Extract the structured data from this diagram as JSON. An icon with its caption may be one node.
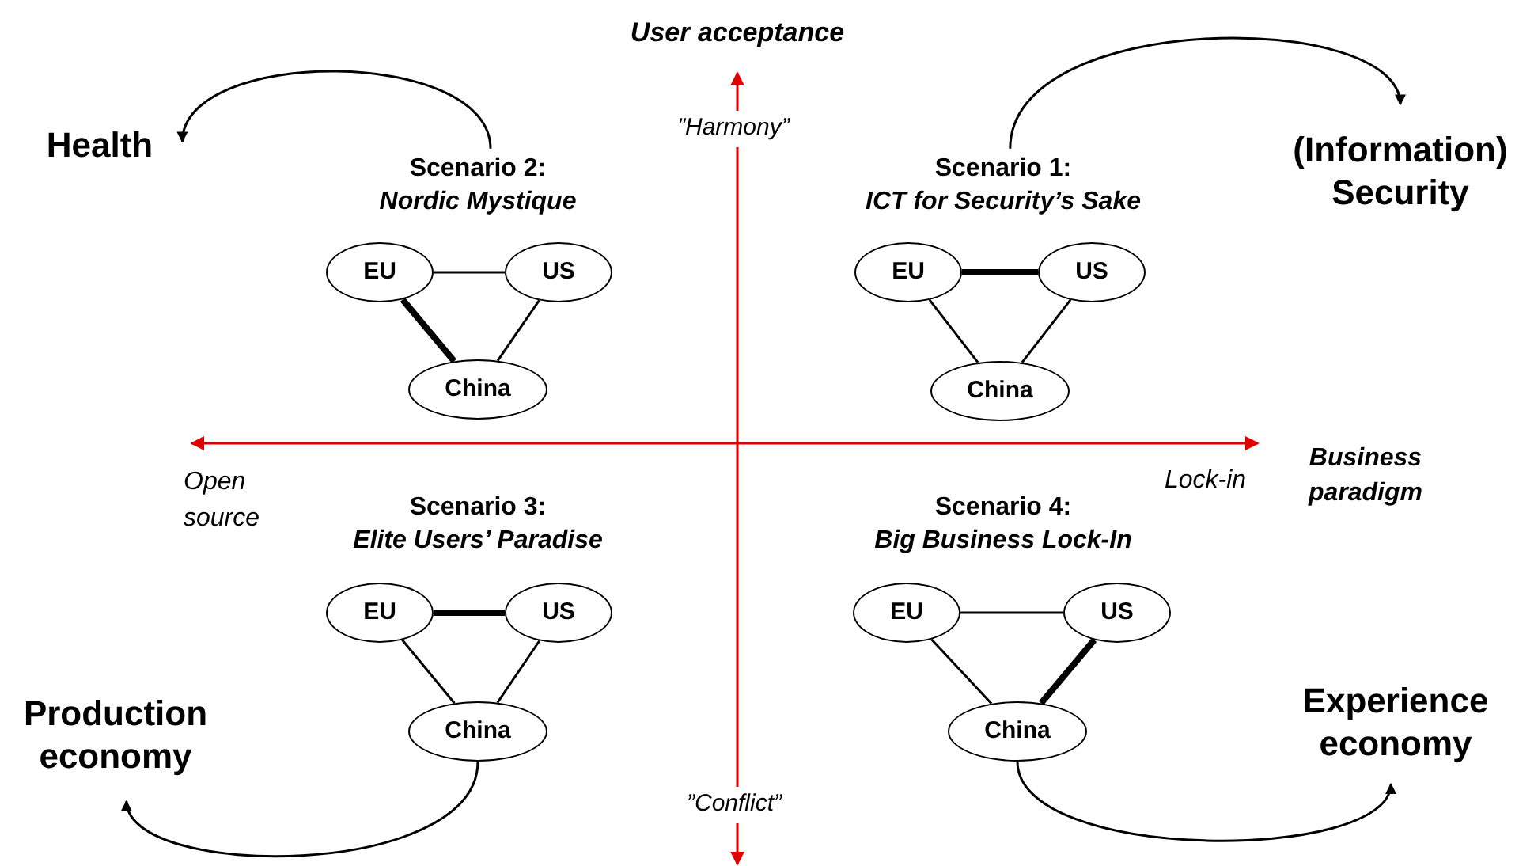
{
  "diagram": {
    "nodes": [
      {
        "text": [
          "Health"
        ]
      },
      {
        "text": [
          "Scenario 2:",
          "Nordic Mystique"
        ]
      },
      {
        "text": [
          "EU"
        ]
      },
      {
        "text": [
          "US"
        ]
      },
      {
        "text": [
          "China"
        ]
      },
      {
        "text": [
          "Scenario 1:",
          "ICT for Security’s Sake"
        ]
      },
      {
        "text": [
          "(Information) Security"
        ]
      },
      {
        "text": [
          "EU"
        ]
      },
      {
        "text": [
          "US"
        ]
      },
      {
        "text": [
          "China"
        ]
      },
      {
        "text": [
          "Scenario 3:",
          "Elite Users’ Paradise"
        ]
      },
      {
        "text": [
          "EU"
        ]
      },
      {
        "text": [
          "US"
        ]
      },
      {
        "text": [
          "China"
        ]
      },
      {
        "text": [
          "Production economy"
        ]
      },
      {
        "text": [
          "Scenario 4:",
          "Big Business Lock-In"
        ]
      },
      {
        "text": [
          "EU"
        ]
      },
      {
        "text": [
          "US"
        ]
      },
      {
        "text": [
          "China"
        ]
      },
      {
        "text": [
          "Experience economy"
        ]
      }
    ],
    "edges": [
      {
        "from": 1,
        "to": 0,
        "arrow": "to"
      },
      {
        "from": 2,
        "to": 3,
        "arrow": "none"
      },
      {
        "from": 2,
        "to": 4,
        "arrow": "none",
        "style": "thick"
      },
      {
        "from": 3,
        "to": 4,
        "arrow": "none"
      },
      {
        "from": 5,
        "to": 6,
        "arrow": "to"
      },
      {
        "from": 7,
        "to": 8,
        "arrow": "none",
        "style": "thick"
      },
      {
        "from": 7,
        "to": 9,
        "arrow": "none"
      },
      {
        "from": 8,
        "to": 9,
        "arrow": "none"
      },
      {
        "from": 11,
        "to": 12,
        "arrow": "none",
        "style": "thick"
      },
      {
        "from": 11,
        "to": 13,
        "arrow": "none"
      },
      {
        "from": 12,
        "to": 13,
        "arrow": "none"
      },
      {
        "from": 13,
        "to": 14,
        "arrow": "to"
      },
      {
        "from": 16,
        "to": 17,
        "arrow": "none"
      },
      {
        "from": 16,
        "to": 18,
        "arrow": "none"
      },
      {
        "from": 17,
        "to": 18,
        "arrow": "none",
        "style": "thick"
      },
      {
        "from": 18,
        "to": 19,
        "arrow": "to"
      }
    ],
    "labels": [
      "User acceptance",
      "”Harmony”",
      "Business paradigm",
      "Open source",
      "Lock-in",
      "”Conflict”"
    ]
  }
}
